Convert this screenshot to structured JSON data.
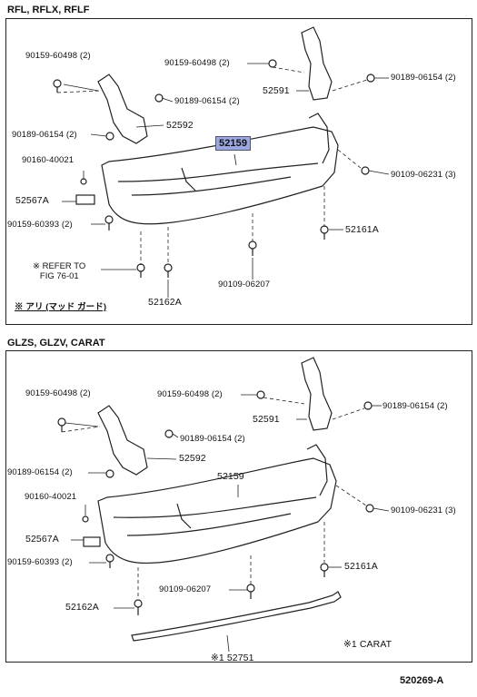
{
  "sections": [
    {
      "title": "RFL, RFLX, RFLF",
      "labels": [
        "90159-60498 (2)",
        "90159-60498 (2)",
        "90189-06154 (2)",
        "90189-06154 (2)",
        "52591",
        "52592",
        "90189-06154 (2)",
        "52159",
        "90160-40021",
        "90109-06231 (3)",
        "52567A",
        "90159-60393 (2)",
        "52161A",
        "90109-06207",
        "52162A"
      ],
      "refer_note": "※ REFER TO\n   FIG 76-01",
      "japanese_note": "※ アリ (マッド ガード)"
    },
    {
      "title": "GLZS, GLZV, CARAT",
      "labels": [
        "90159-60498 (2)",
        "90159-60498 (2)",
        "90189-06154 (2)",
        "52591",
        "90189-06154 (2)",
        "52592",
        "90189-06154 (2)",
        "52159",
        "90160-40021",
        "90109-06231 (3)",
        "52567A",
        "90159-60393 (2)",
        "52161A",
        "90109-06207",
        "52162A",
        "※1 52751"
      ],
      "carat_note": "※1  CARAT"
    }
  ],
  "diagram_code": "520269-A",
  "colors": {
    "highlight": "#9aa7e0",
    "line": "#222222"
  }
}
